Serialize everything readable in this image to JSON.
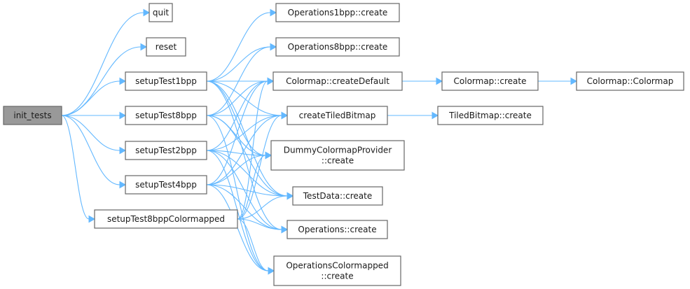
{
  "diagram": {
    "type": "call-graph",
    "colors": {
      "edge": "#63b8ff",
      "root_fill": "#999999",
      "node_fill": "#ffffff",
      "node_border": "#666666"
    },
    "nodes": [
      {
        "id": "init_tests",
        "lines": [
          "init_tests"
        ],
        "root": true
      },
      {
        "id": "quit",
        "lines": [
          "quit"
        ]
      },
      {
        "id": "reset",
        "lines": [
          "reset"
        ]
      },
      {
        "id": "setupTest1bpp",
        "lines": [
          "setupTest1bpp"
        ]
      },
      {
        "id": "setupTest8bpp",
        "lines": [
          "setupTest8bpp"
        ]
      },
      {
        "id": "setupTest2bpp",
        "lines": [
          "setupTest2bpp"
        ]
      },
      {
        "id": "setupTest4bpp",
        "lines": [
          "setupTest4bpp"
        ]
      },
      {
        "id": "setupTest8bppColormapped",
        "lines": [
          "setupTest8bppColormapped"
        ]
      },
      {
        "id": "Operations1bpp_create",
        "lines": [
          "Operations1bpp::create"
        ]
      },
      {
        "id": "Operations8bpp_create",
        "lines": [
          "Operations8bpp::create"
        ]
      },
      {
        "id": "Colormap_createDefault",
        "lines": [
          "Colormap::createDefault"
        ]
      },
      {
        "id": "createTiledBitmap",
        "lines": [
          "createTiledBitmap"
        ]
      },
      {
        "id": "DummyColormapProvider_create",
        "lines": [
          "DummyColormapProvider",
          "::create"
        ]
      },
      {
        "id": "TestData_create",
        "lines": [
          "TestData::create"
        ]
      },
      {
        "id": "Operations_create",
        "lines": [
          "Operations::create"
        ]
      },
      {
        "id": "OperationsColormapped_create",
        "lines": [
          "OperationsColormapped",
          "::create"
        ]
      },
      {
        "id": "Colormap_create",
        "lines": [
          "Colormap::create"
        ]
      },
      {
        "id": "Colormap_Colormap",
        "lines": [
          "Colormap::Colormap"
        ]
      },
      {
        "id": "TiledBitmap_create",
        "lines": [
          "TiledBitmap::create"
        ]
      }
    ],
    "edges": [
      [
        "init_tests",
        "quit"
      ],
      [
        "init_tests",
        "reset"
      ],
      [
        "init_tests",
        "setupTest1bpp"
      ],
      [
        "init_tests",
        "setupTest8bpp"
      ],
      [
        "init_tests",
        "setupTest2bpp"
      ],
      [
        "init_tests",
        "setupTest4bpp"
      ],
      [
        "init_tests",
        "setupTest8bppColormapped"
      ],
      [
        "setupTest1bpp",
        "Operations1bpp_create"
      ],
      [
        "setupTest1bpp",
        "Operations8bpp_create"
      ],
      [
        "setupTest1bpp",
        "Colormap_createDefault"
      ],
      [
        "setupTest1bpp",
        "createTiledBitmap"
      ],
      [
        "setupTest1bpp",
        "DummyColormapProvider_create"
      ],
      [
        "setupTest1bpp",
        "TestData_create"
      ],
      [
        "setupTest1bpp",
        "Operations_create"
      ],
      [
        "setupTest8bpp",
        "Operations8bpp_create"
      ],
      [
        "setupTest8bpp",
        "Colormap_createDefault"
      ],
      [
        "setupTest8bpp",
        "createTiledBitmap"
      ],
      [
        "setupTest8bpp",
        "DummyColormapProvider_create"
      ],
      [
        "setupTest8bpp",
        "TestData_create"
      ],
      [
        "setupTest8bpp",
        "OperationsColormapped_create"
      ],
      [
        "setupTest2bpp",
        "Colormap_createDefault"
      ],
      [
        "setupTest2bpp",
        "createTiledBitmap"
      ],
      [
        "setupTest2bpp",
        "DummyColormapProvider_create"
      ],
      [
        "setupTest2bpp",
        "TestData_create"
      ],
      [
        "setupTest2bpp",
        "Operations_create"
      ],
      [
        "setupTest2bpp",
        "OperationsColormapped_create"
      ],
      [
        "setupTest4bpp",
        "Colormap_createDefault"
      ],
      [
        "setupTest4bpp",
        "createTiledBitmap"
      ],
      [
        "setupTest4bpp",
        "DummyColormapProvider_create"
      ],
      [
        "setupTest4bpp",
        "TestData_create"
      ],
      [
        "setupTest4bpp",
        "Operations_create"
      ],
      [
        "setupTest4bpp",
        "OperationsColormapped_create"
      ],
      [
        "setupTest8bppColormapped",
        "Colormap_createDefault"
      ],
      [
        "setupTest8bppColormapped",
        "createTiledBitmap"
      ],
      [
        "setupTest8bppColormapped",
        "DummyColormapProvider_create"
      ],
      [
        "setupTest8bppColormapped",
        "TestData_create"
      ],
      [
        "setupTest8bppColormapped",
        "Operations_create"
      ],
      [
        "setupTest8bppColormapped",
        "OperationsColormapped_create"
      ],
      [
        "Colormap_createDefault",
        "Colormap_create"
      ],
      [
        "Colormap_create",
        "Colormap_Colormap"
      ],
      [
        "createTiledBitmap",
        "TiledBitmap_create"
      ]
    ]
  }
}
